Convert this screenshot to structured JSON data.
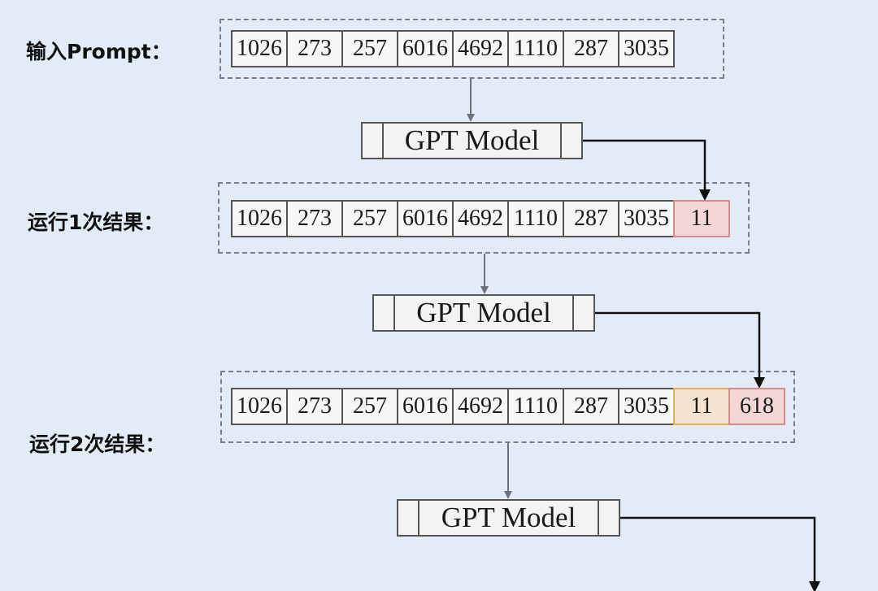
{
  "labels": {
    "input": "输入Prompt：",
    "run1": "运行1次结果：",
    "run2": "运行2次结果："
  },
  "model_label": "GPT Model",
  "rows": [
    {
      "tokens": [
        "1026",
        "273",
        "257",
        "6016",
        "4692",
        "1110",
        "287",
        "3035"
      ]
    },
    {
      "tokens": [
        "1026",
        "273",
        "257",
        "6016",
        "4692",
        "1110",
        "287",
        "3035",
        "11"
      ]
    },
    {
      "tokens": [
        "1026",
        "273",
        "257",
        "6016",
        "4692",
        "1110",
        "287",
        "3035",
        "11",
        "618"
      ]
    }
  ],
  "colors": {
    "background": "#e3ebf6",
    "new_token_fill": "#f5d6d6",
    "new_token_border": "#d88a8a",
    "previous_new_token_fill": "#f6e3cf",
    "previous_new_token_border": "#e3b15c",
    "gray_arrow": "#6e737a",
    "black_arrow": "#111111"
  }
}
